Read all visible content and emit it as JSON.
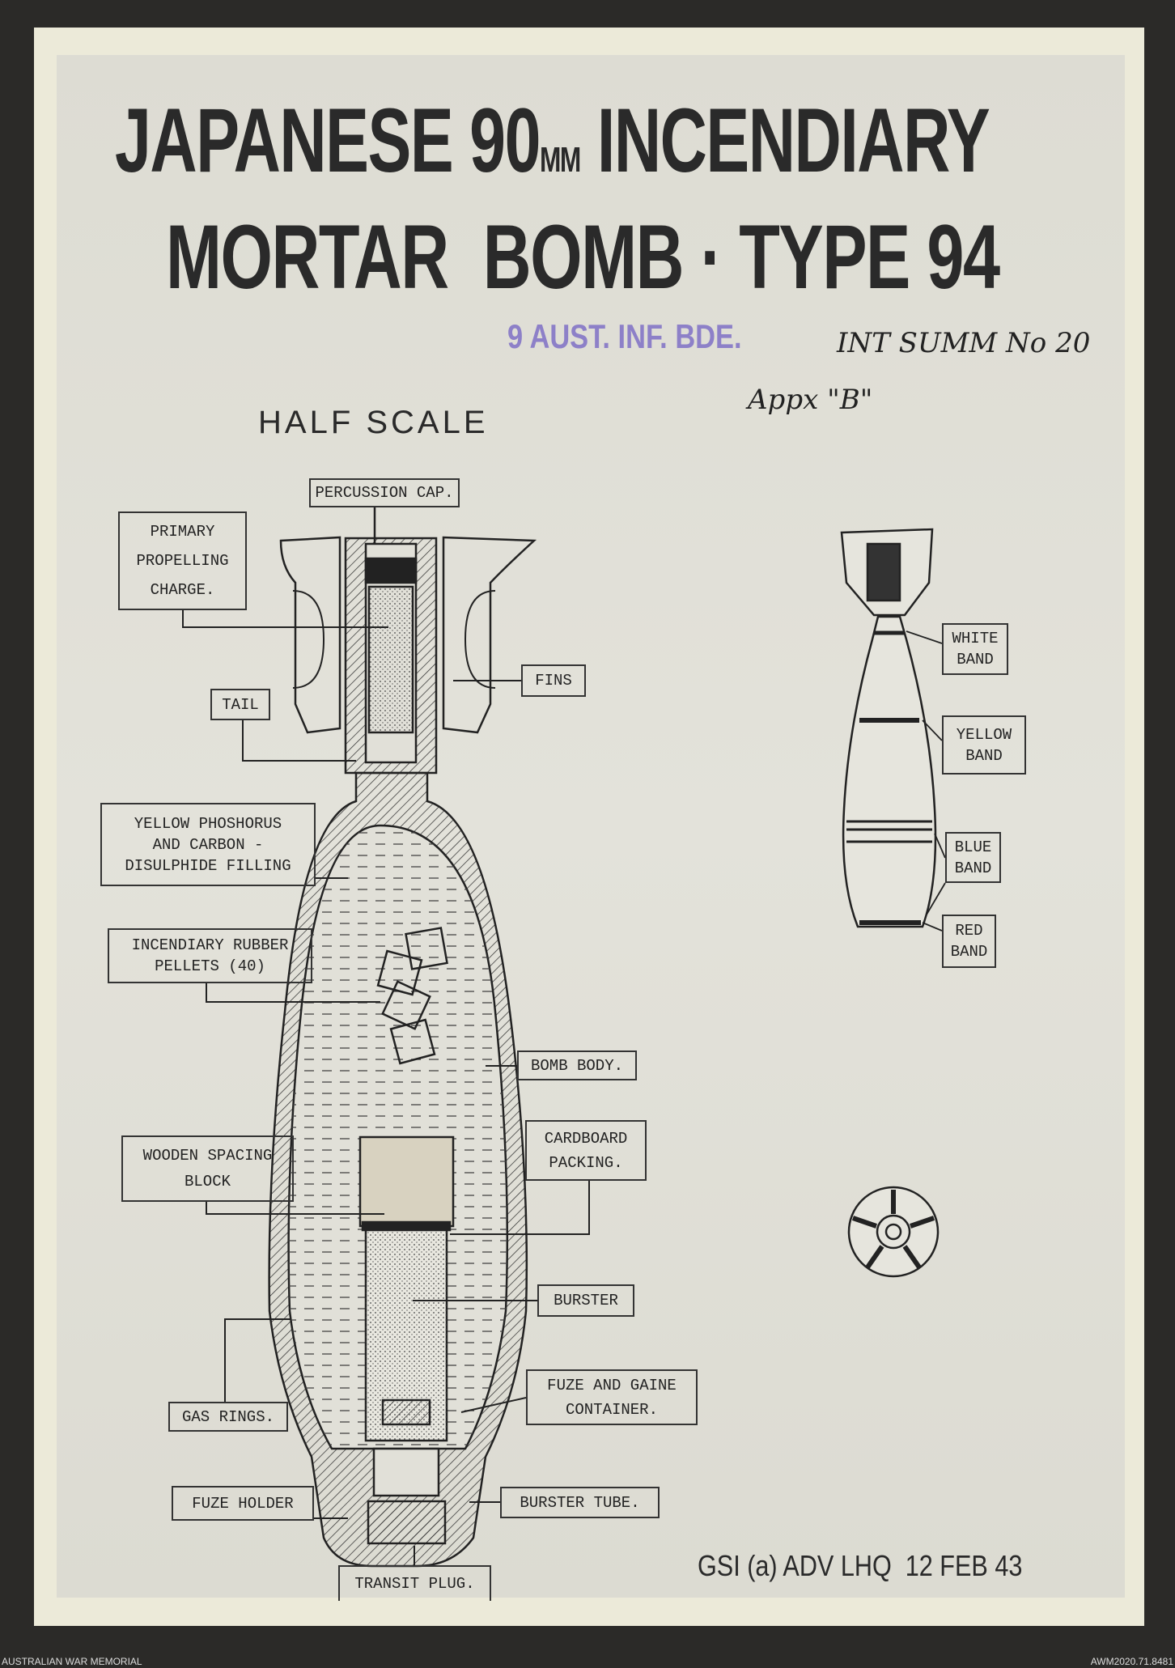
{
  "title": {
    "line1_a": "JAPANESE 90",
    "line1_mm": "MM",
    "line1_b": " INCENDIARY",
    "line2": "MORTAR  BOMB · TYPE 94"
  },
  "stamp": "9 AUST. INF. BDE.",
  "handwriting": {
    "summary": "INT SUMM No 20",
    "appendix": "Appx \"B\""
  },
  "scale_note": "HALF SCALE",
  "labels": {
    "percussion_cap": "PERCUSSION CAP.",
    "primary_charge": "PRIMARY\nPROPELLING\nCHARGE.",
    "tail": "TAIL",
    "fins": "FINS",
    "filling": "YELLOW PHOSHORUS\nAND CARBON -\nDISULPHIDE FILLING",
    "pellets": "INCENDIARY RUBBER\nPELLETS  (40)",
    "bomb_body": "BOMB BODY.",
    "cardboard": "CARDBOARD\nPACKING.",
    "wooden_block": "WOODEN SPACING\nBLOCK",
    "burster": "BURSTER",
    "fuze_gaine": "FUZE AND GAINE\nCONTAINER.",
    "gas_rings": "GAS RINGS.",
    "fuze_holder": "FUZE HOLDER",
    "burster_tube": "BURSTER TUBE.",
    "transit_plug": "TRANSIT PLUG.",
    "white_band": "WHITE\nBAND",
    "yellow_band": "YELLOW\nBAND",
    "blue_band": "BLUE\nBAND",
    "red_band": "RED\nBAND"
  },
  "source_line": "GSI (a) ADV LHQ  12 FEB 43",
  "footer": {
    "left": "AUSTRALIAN WAR MEMORIAL",
    "right": "AWM2020.71.8481"
  }
}
